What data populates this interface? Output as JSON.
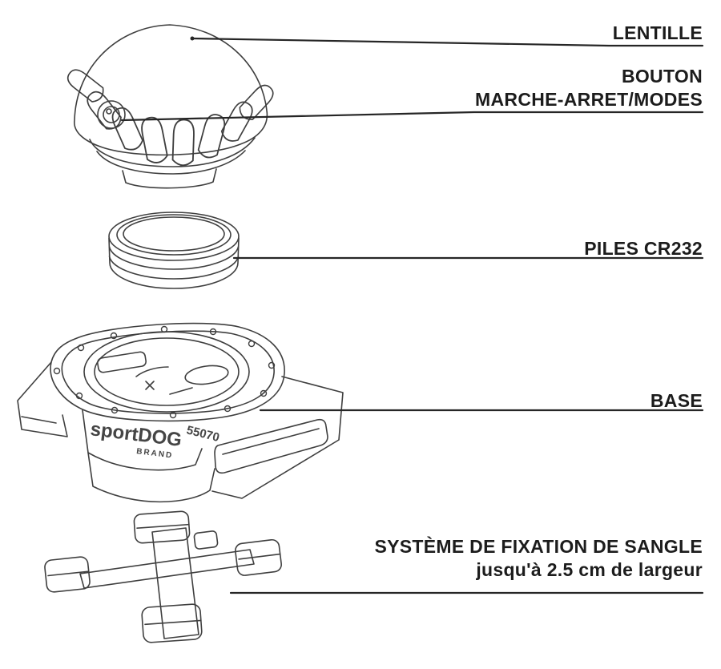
{
  "diagram": {
    "background": "#ffffff",
    "line_color": "#3f3f3f",
    "leader_color": "#262626",
    "text_color": "#1c1c1c",
    "labels": {
      "lentille": "LENTILLE",
      "bouton_line1": "BOUTON",
      "bouton_line2": "MARCHE-ARRET/MODES",
      "piles": "PILES CR232",
      "base": "BASE",
      "sangle_line1": "SYSTÈME DE FIXATION DE SANGLE",
      "sangle_line2": "jusqu'à 2.5 cm de largeur"
    },
    "engravings": {
      "brand": "sportDOG",
      "brand_sub": "BRAND",
      "model": "55070"
    }
  }
}
